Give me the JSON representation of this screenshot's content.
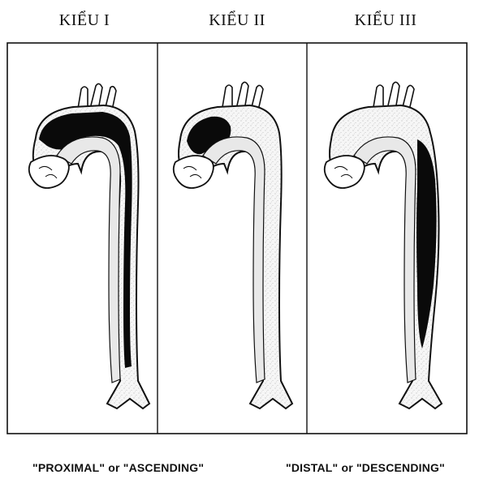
{
  "types": {
    "type_1_label": "KIỂU I",
    "type_2_label": "KIỂU II",
    "type_3_label": "KIỂU III"
  },
  "captions": {
    "proximal": "\"PROXIMAL\" or \"ASCENDING\"",
    "distal": "\"DISTAL\" or \"DESCENDING\""
  },
  "colors": {
    "line": "#111111",
    "lumen_fill": "#f3f3f3",
    "false_lumen": "#0a0a0a",
    "background": "#ffffff"
  }
}
